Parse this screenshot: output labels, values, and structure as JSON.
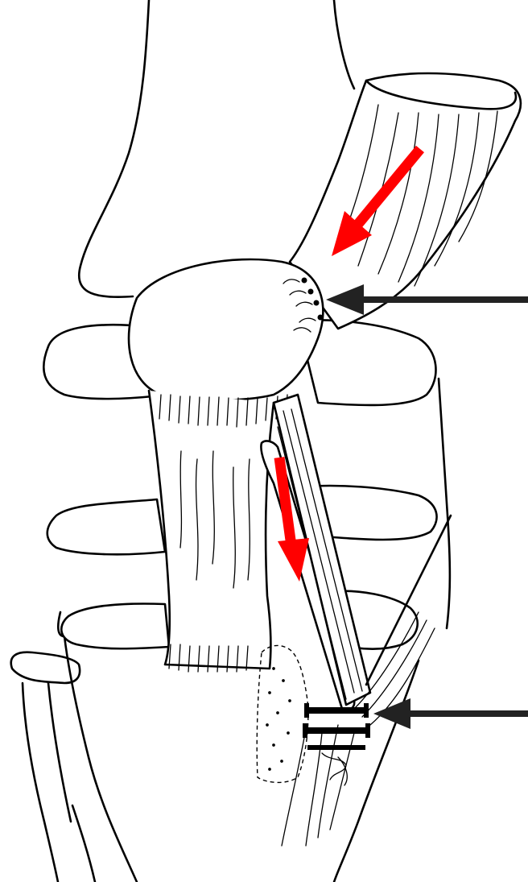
{
  "diagram": {
    "colors": {
      "line": "#000000",
      "background": "#ffffff",
      "flow_arrow": "#ff0000",
      "pointer_arrow": "#222222"
    },
    "arrows": [
      {
        "kind": "flow",
        "color": "#ff0000",
        "direction": "down-left"
      },
      {
        "kind": "flow",
        "color": "#ff0000",
        "direction": "down"
      },
      {
        "kind": "pointer",
        "color": "#222222",
        "direction": "left"
      },
      {
        "kind": "pointer",
        "color": "#222222",
        "direction": "left"
      }
    ]
  }
}
